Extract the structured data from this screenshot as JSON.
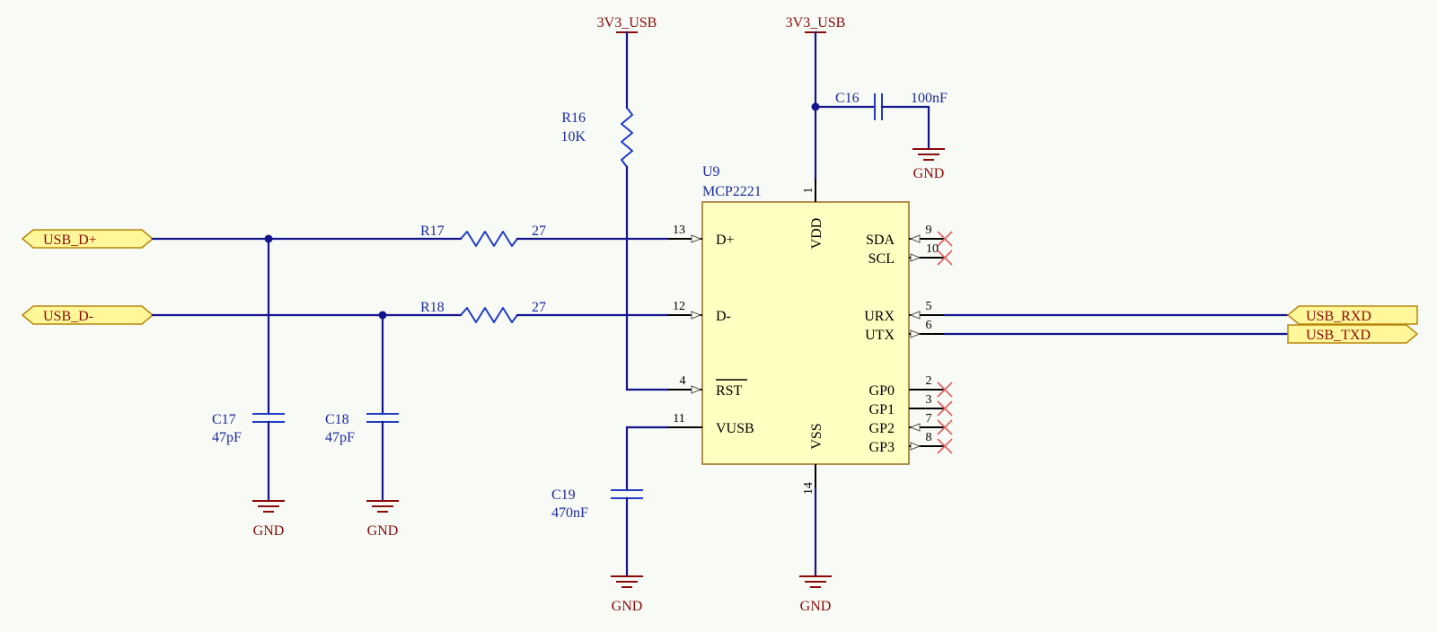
{
  "power": {
    "rail_left": "3V3_USB",
    "rail_right": "3V3_USB"
  },
  "gnd_label": "GND",
  "ports": {
    "usb_dp": "USB_D+",
    "usb_dm": "USB_D-",
    "usb_rxd": "USB_RXD",
    "usb_txd": "USB_TXD"
  },
  "components": {
    "r16": {
      "ref": "R16",
      "value": "10K"
    },
    "r17": {
      "ref": "R17",
      "value": "27"
    },
    "r18": {
      "ref": "R18",
      "value": "27"
    },
    "c16": {
      "ref": "C16",
      "value": "100nF"
    },
    "c17": {
      "ref": "C17",
      "value": "47pF"
    },
    "c18": {
      "ref": "C18",
      "value": "47pF"
    },
    "c19": {
      "ref": "C19",
      "value": "470nF"
    },
    "u9": {
      "ref": "U9",
      "value": "MCP2221"
    }
  },
  "ic_pins": {
    "dp": {
      "name": "D+",
      "num": "13"
    },
    "dm": {
      "name": "D-",
      "num": "12"
    },
    "rst": {
      "name": "RST",
      "num": "4"
    },
    "vusb": {
      "name": "VUSB",
      "num": "11"
    },
    "vdd": {
      "name": "VDD",
      "num": "1"
    },
    "vss": {
      "name": "VSS",
      "num": "14"
    },
    "sda": {
      "name": "SDA",
      "num": "9"
    },
    "scl": {
      "name": "SCL",
      "num": "10"
    },
    "urx": {
      "name": "URX",
      "num": "5"
    },
    "utx": {
      "name": "UTX",
      "num": "6"
    },
    "gp0": {
      "name": "GP0",
      "num": "2"
    },
    "gp1": {
      "name": "GP1",
      "num": "3"
    },
    "gp2": {
      "name": "GP2",
      "num": "7"
    },
    "gp3": {
      "name": "GP3",
      "num": "8"
    }
  },
  "colors": {
    "wire": "#14148c",
    "power_label": "#8b0a0a",
    "ic_fill": "#ffffc2",
    "port_fill": "#fff799",
    "no_connect": "#e65b5b"
  }
}
